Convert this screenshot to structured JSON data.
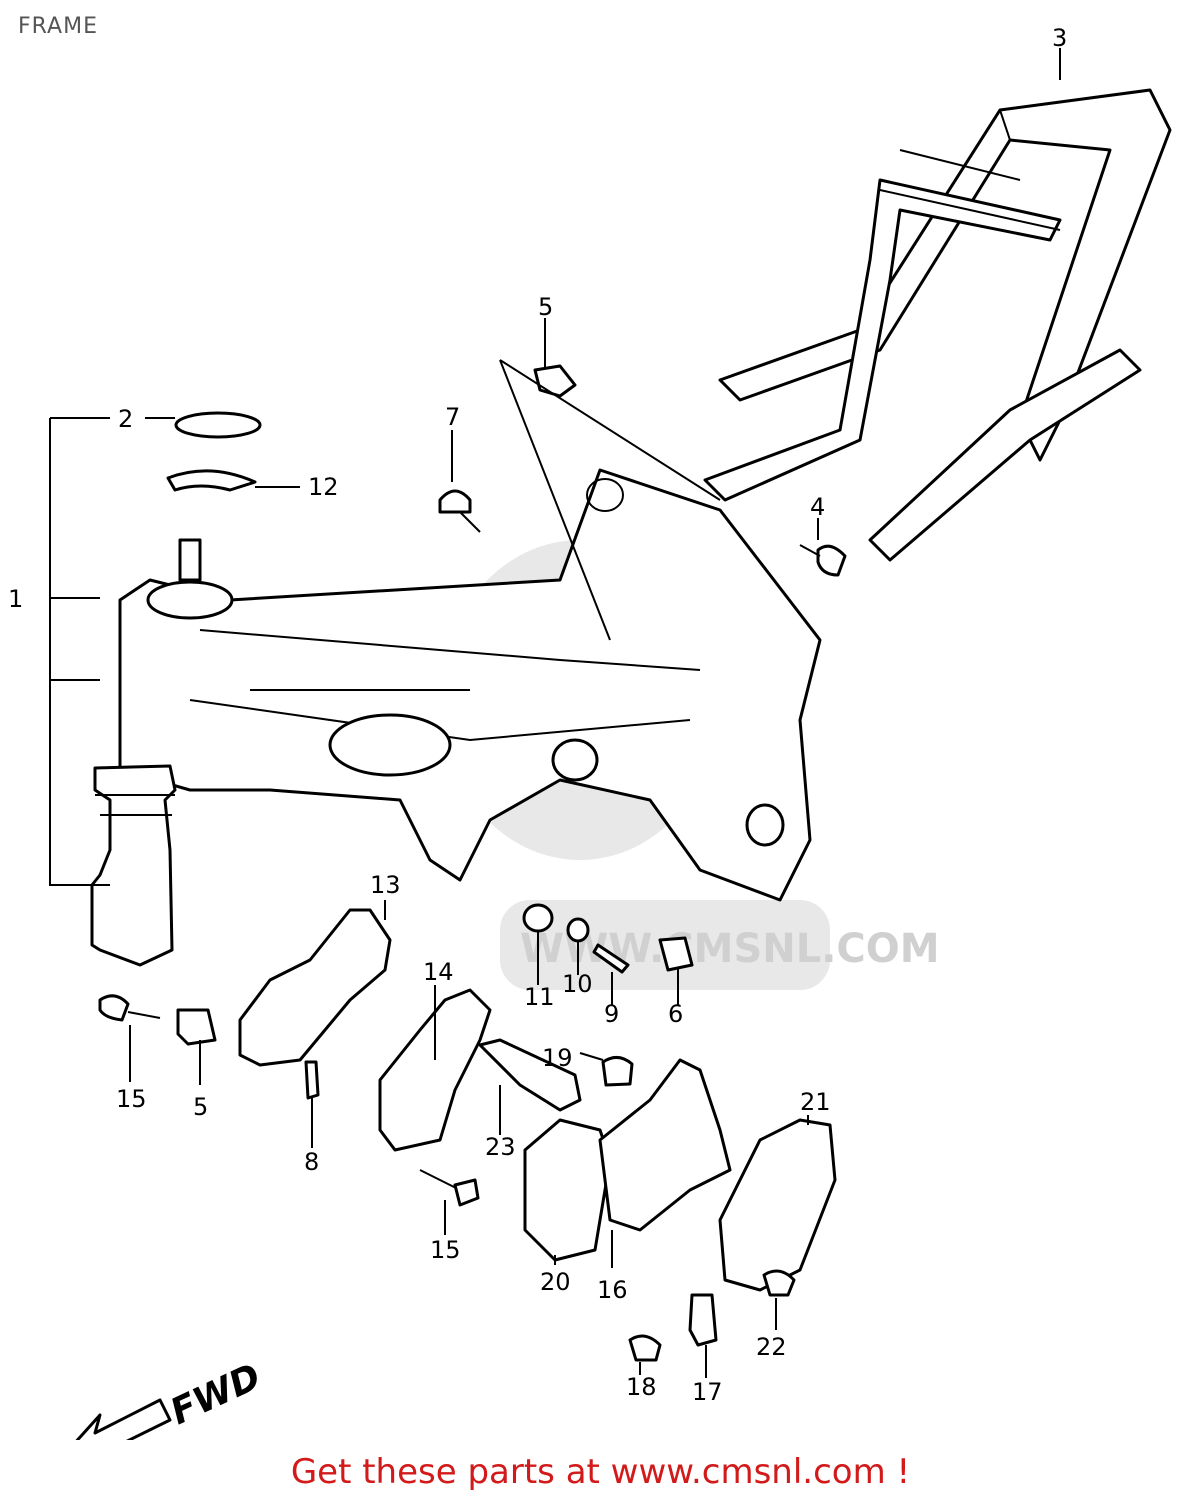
{
  "title": "FRAME",
  "footer": "Get these parts at www.cmsnl.com !",
  "watermark": "WWW.CMSNL.COM",
  "fwd_label": "FWD",
  "colors": {
    "footer": "#d21a1a",
    "title": "#555555"
  },
  "callouts": [
    "1",
    "2",
    "3",
    "4",
    "5",
    "5",
    "6",
    "7",
    "8",
    "9",
    "10",
    "11",
    "12",
    "13",
    "14",
    "15",
    "15",
    "16",
    "17",
    "18",
    "19",
    "20",
    "21",
    "22",
    "23"
  ]
}
